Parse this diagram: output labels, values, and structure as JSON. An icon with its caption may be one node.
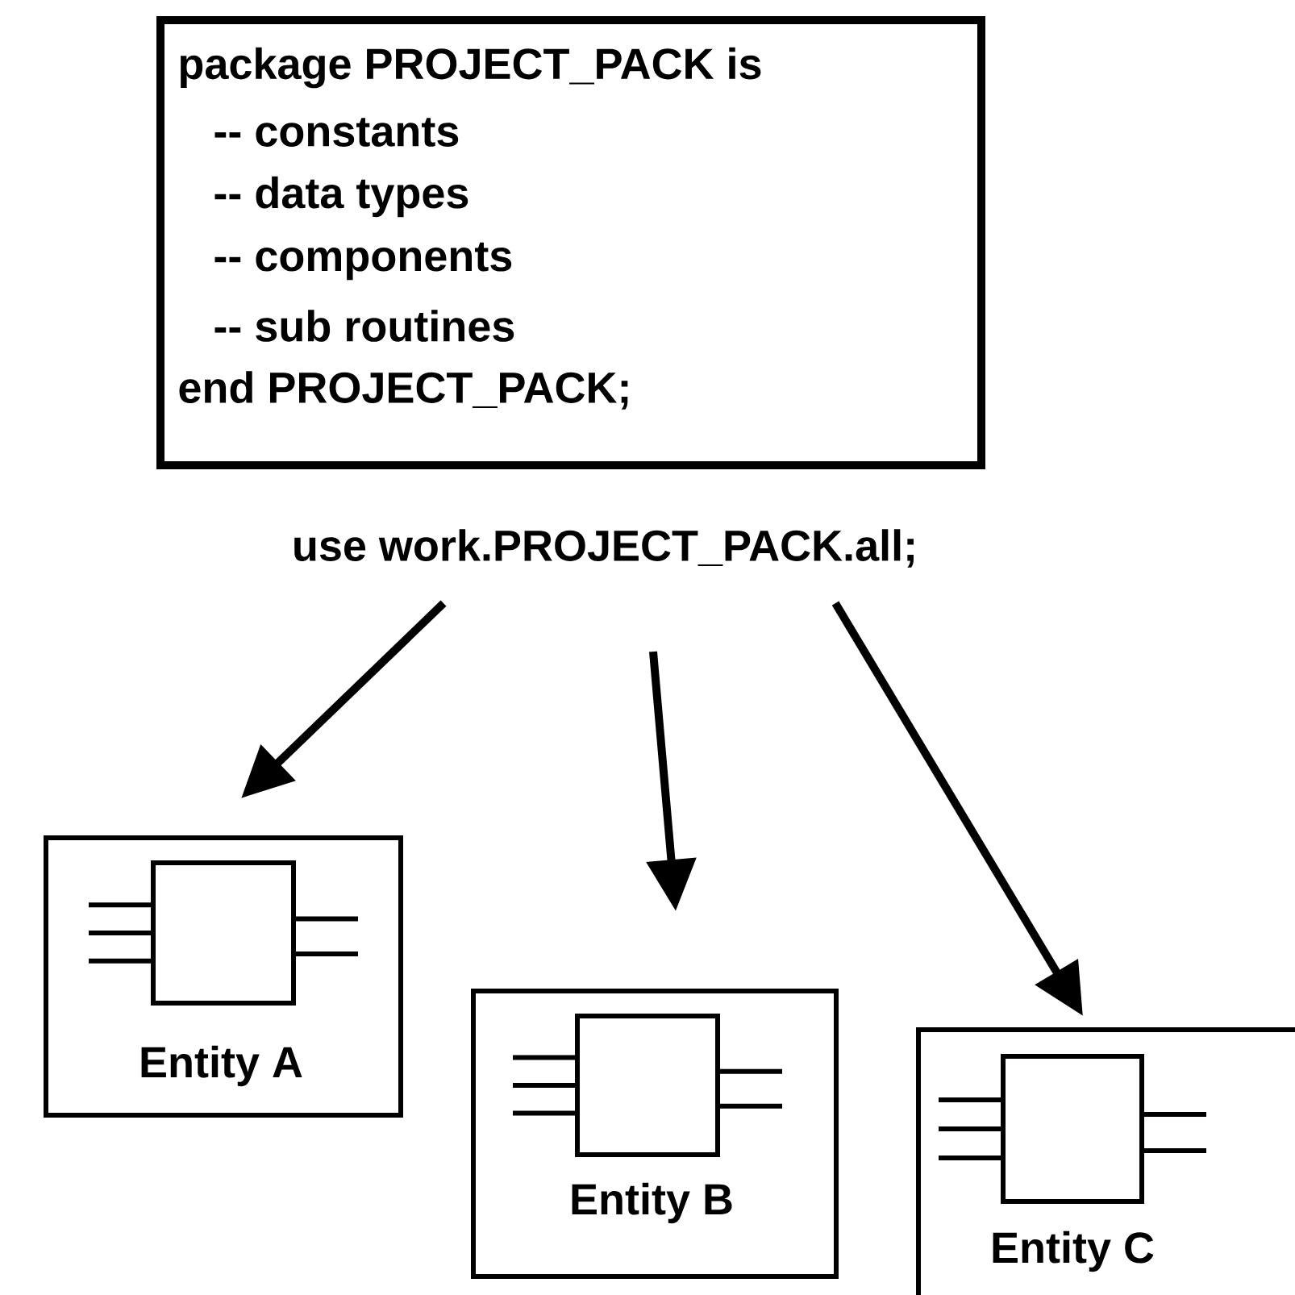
{
  "diagram": {
    "nodes": [
      {
        "text": [
          "package PROJECT_PACK is",
          "-- constants",
          "-- data types",
          "-- components",
          "-- sub routines",
          "end PROJECT_PACK;"
        ]
      },
      {
        "text": [
          "use work.PROJECT_PACK.all;"
        ]
      },
      {
        "text": [
          "Entity A"
        ]
      },
      {
        "text": [
          "Entity B"
        ]
      },
      {
        "text": [
          "Entity C"
        ]
      }
    ],
    "edges": [
      {
        "from": 1,
        "to": 2,
        "arrow": "to"
      },
      {
        "from": 1,
        "to": 3,
        "arrow": "to"
      },
      {
        "from": 1,
        "to": 4,
        "arrow": "to"
      }
    ]
  }
}
